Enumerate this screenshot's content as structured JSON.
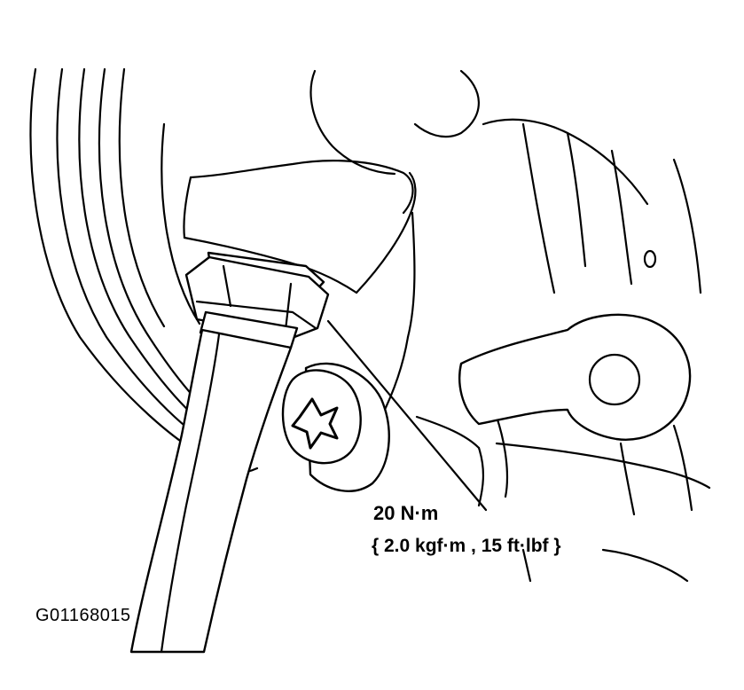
{
  "callout": {
    "torque_nm": "20 N·m",
    "torque_alt": "{ 2.0 kgf·m , 15 ft·lbf }"
  },
  "figure_id": "G01168015"
}
